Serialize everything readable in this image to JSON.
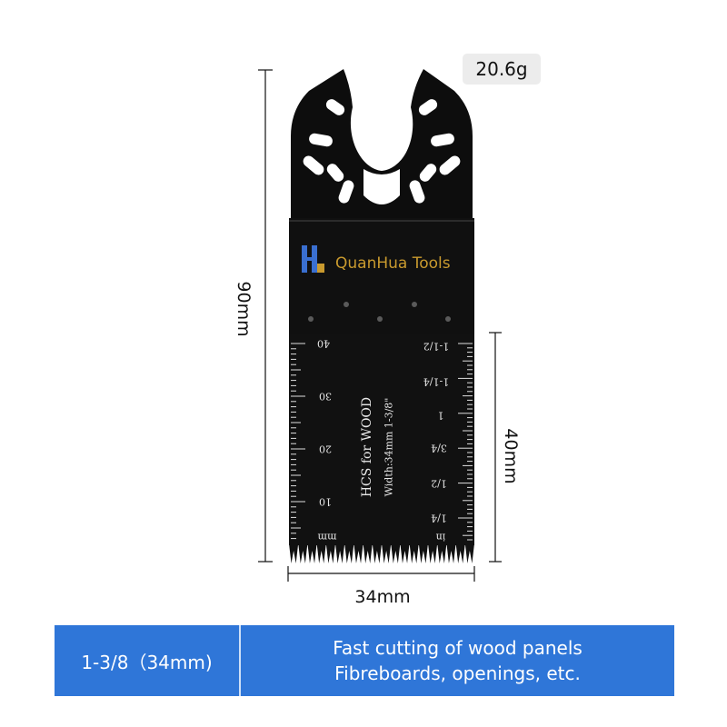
{
  "product": {
    "weight": "20.6g",
    "brand": "QuanHua Tools",
    "blade_title": "HCS for WOOD",
    "blade_width_text": "Width:34mm 1-3/8\""
  },
  "dimensions": {
    "length": "90mm",
    "tooth_length": "40mm",
    "width": "34mm"
  },
  "ruler": {
    "mm_labels": [
      "40",
      "30",
      "20",
      "10",
      "mm"
    ],
    "inch_labels": [
      "1-1/2",
      "1-1/4",
      "1",
      "3/4",
      "1/2",
      "1/4",
      "in"
    ]
  },
  "info_bar": {
    "size": "1-3/8（34mm)",
    "line1": "Fast cutting of wood panels",
    "line2": "Fibreboards, openings, etc."
  },
  "colors": {
    "bar": "#2f76d8",
    "blade": "#0b0b0b",
    "brand_gold": "#c99a2e",
    "brand_icon_blue": "#3a6fd0"
  }
}
